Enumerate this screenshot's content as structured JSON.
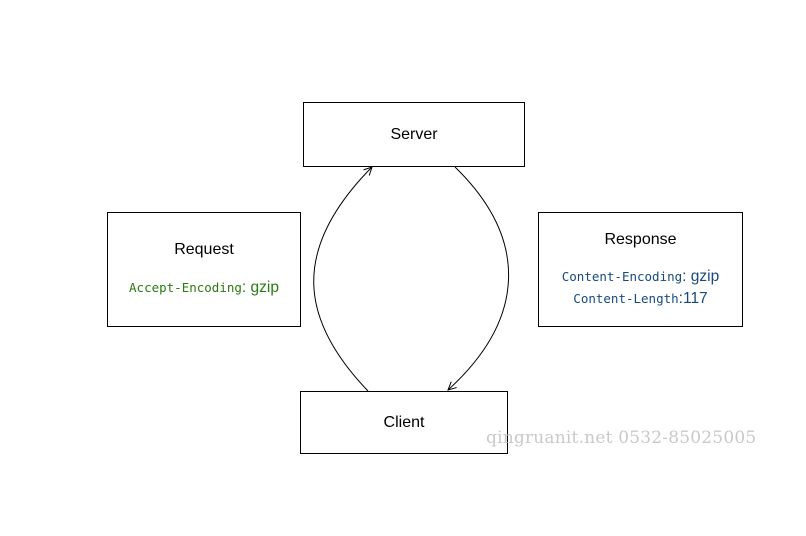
{
  "server": {
    "label": "Server"
  },
  "client": {
    "label": "Client"
  },
  "request": {
    "title": "Request",
    "headers": [
      {
        "name": "Accept-Encoding",
        "separator": ": ",
        "value": "gzip"
      }
    ]
  },
  "response": {
    "title": "Response",
    "headers": [
      {
        "name": "Content-Encoding",
        "separator": ": ",
        "value": "gzip"
      },
      {
        "name": "Content-Length",
        "separator": ":",
        "value": "117"
      }
    ]
  },
  "watermark": "qingruanit.net 0532-85025005",
  "colors": {
    "request_header": "#2a7a12",
    "response_header": "#174a7c",
    "stroke": "#000000",
    "watermark": "#c9c9c9"
  }
}
